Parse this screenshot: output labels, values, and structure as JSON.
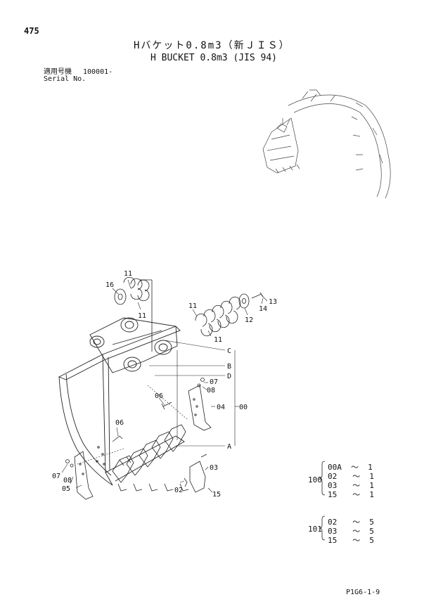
{
  "header": {
    "page_number": "475",
    "title_jp": "Hバケット0.8m3（新ＪＩＳ）",
    "title_en": "H BUCKET 0.8m3 (JIS 94)",
    "serial_label_jp": "適用号機",
    "serial_value": "100001-",
    "serial_label_en": "Serial No."
  },
  "callouts": {
    "c16": "16",
    "c11a": "11",
    "c11b": "11",
    "c11c": "11",
    "c11d": "11",
    "c12": "12",
    "c13": "13",
    "c14": "14",
    "cC": "C",
    "cB": "B",
    "cD": "D",
    "cA": "A",
    "c07a": "07",
    "c08a": "08",
    "c06a": "06",
    "c04": "04",
    "c00": "00",
    "c06b": "06",
    "c03": "03",
    "c02": "02",
    "c15": "15",
    "c07b": "07",
    "c08b": "08",
    "c05": "05"
  },
  "kits": {
    "k100": {
      "label": "100",
      "rows": [
        {
          "part": "00A",
          "tilde": "～",
          "qty": "1"
        },
        {
          "part": "02",
          "tilde": "～",
          "qty": "1"
        },
        {
          "part": "03",
          "tilde": "～",
          "qty": "1"
        },
        {
          "part": "15",
          "tilde": "～",
          "qty": "1"
        }
      ]
    },
    "k101": {
      "label": "101",
      "rows": [
        {
          "part": "02",
          "tilde": "～",
          "qty": "5"
        },
        {
          "part": "03",
          "tilde": "～",
          "qty": "5"
        },
        {
          "part": "15",
          "tilde": "～",
          "qty": "5"
        }
      ]
    }
  },
  "footer": {
    "figure_code": "P1G6-1-9"
  }
}
